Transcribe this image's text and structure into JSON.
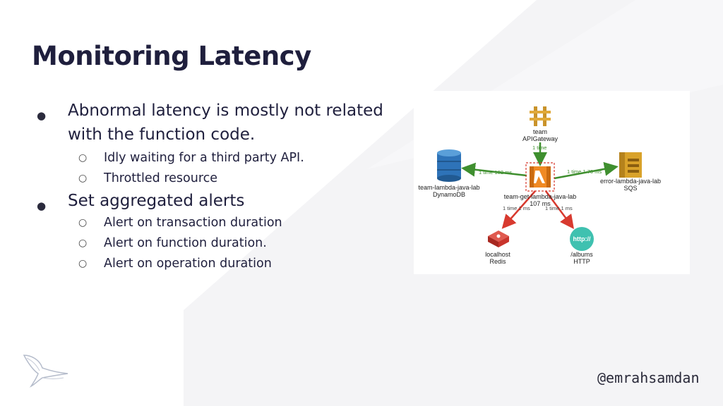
{
  "title": "Monitoring Latency",
  "bullets": [
    {
      "text": "Abnormal latency is mostly not related with the function code.",
      "children": [
        "Idly waiting for a third party API.",
        "Throttled resource"
      ]
    },
    {
      "text": "Set aggregated alerts",
      "children": [
        "Alert on transaction duration",
        "Alert on function duration.",
        "Alert on operation duration"
      ]
    }
  ],
  "diagram": {
    "nodes": {
      "api": {
        "line1": "team",
        "line2": "APIGateway"
      },
      "dynamo": {
        "line1": "team-lambda-java-lab",
        "line2": "DynamoDB"
      },
      "lambda": {
        "line1": "team-get-lambda-java-lab",
        "line2": "107 ms"
      },
      "sqs": {
        "line1": "error-lambda-java-lab",
        "line2": "SQS"
      },
      "redis": {
        "line1": "localhost",
        "line2": "Redis"
      },
      "http": {
        "line1": "/albums",
        "line2": "HTTP",
        "icon_text": "http://"
      }
    },
    "edges": {
      "api_lambda": "1 time",
      "lambda_dynamo": "1 time 102 ms",
      "lambda_sqs": "1 time 1 70 ms",
      "lambda_redis": "1 time  1 ms",
      "lambda_http": "1 time  1 ms"
    }
  },
  "handle": "@emrahsamdan",
  "colors": {
    "title": "#1f1f3d",
    "edge_ok": "#3f8f2f",
    "edge_err": "#d83a2f",
    "lambda": "#f08a24",
    "dynamo": "#2e73b8",
    "sqs": "#d9a22a",
    "redis": "#c9342c",
    "http": "#3fc1b0"
  }
}
